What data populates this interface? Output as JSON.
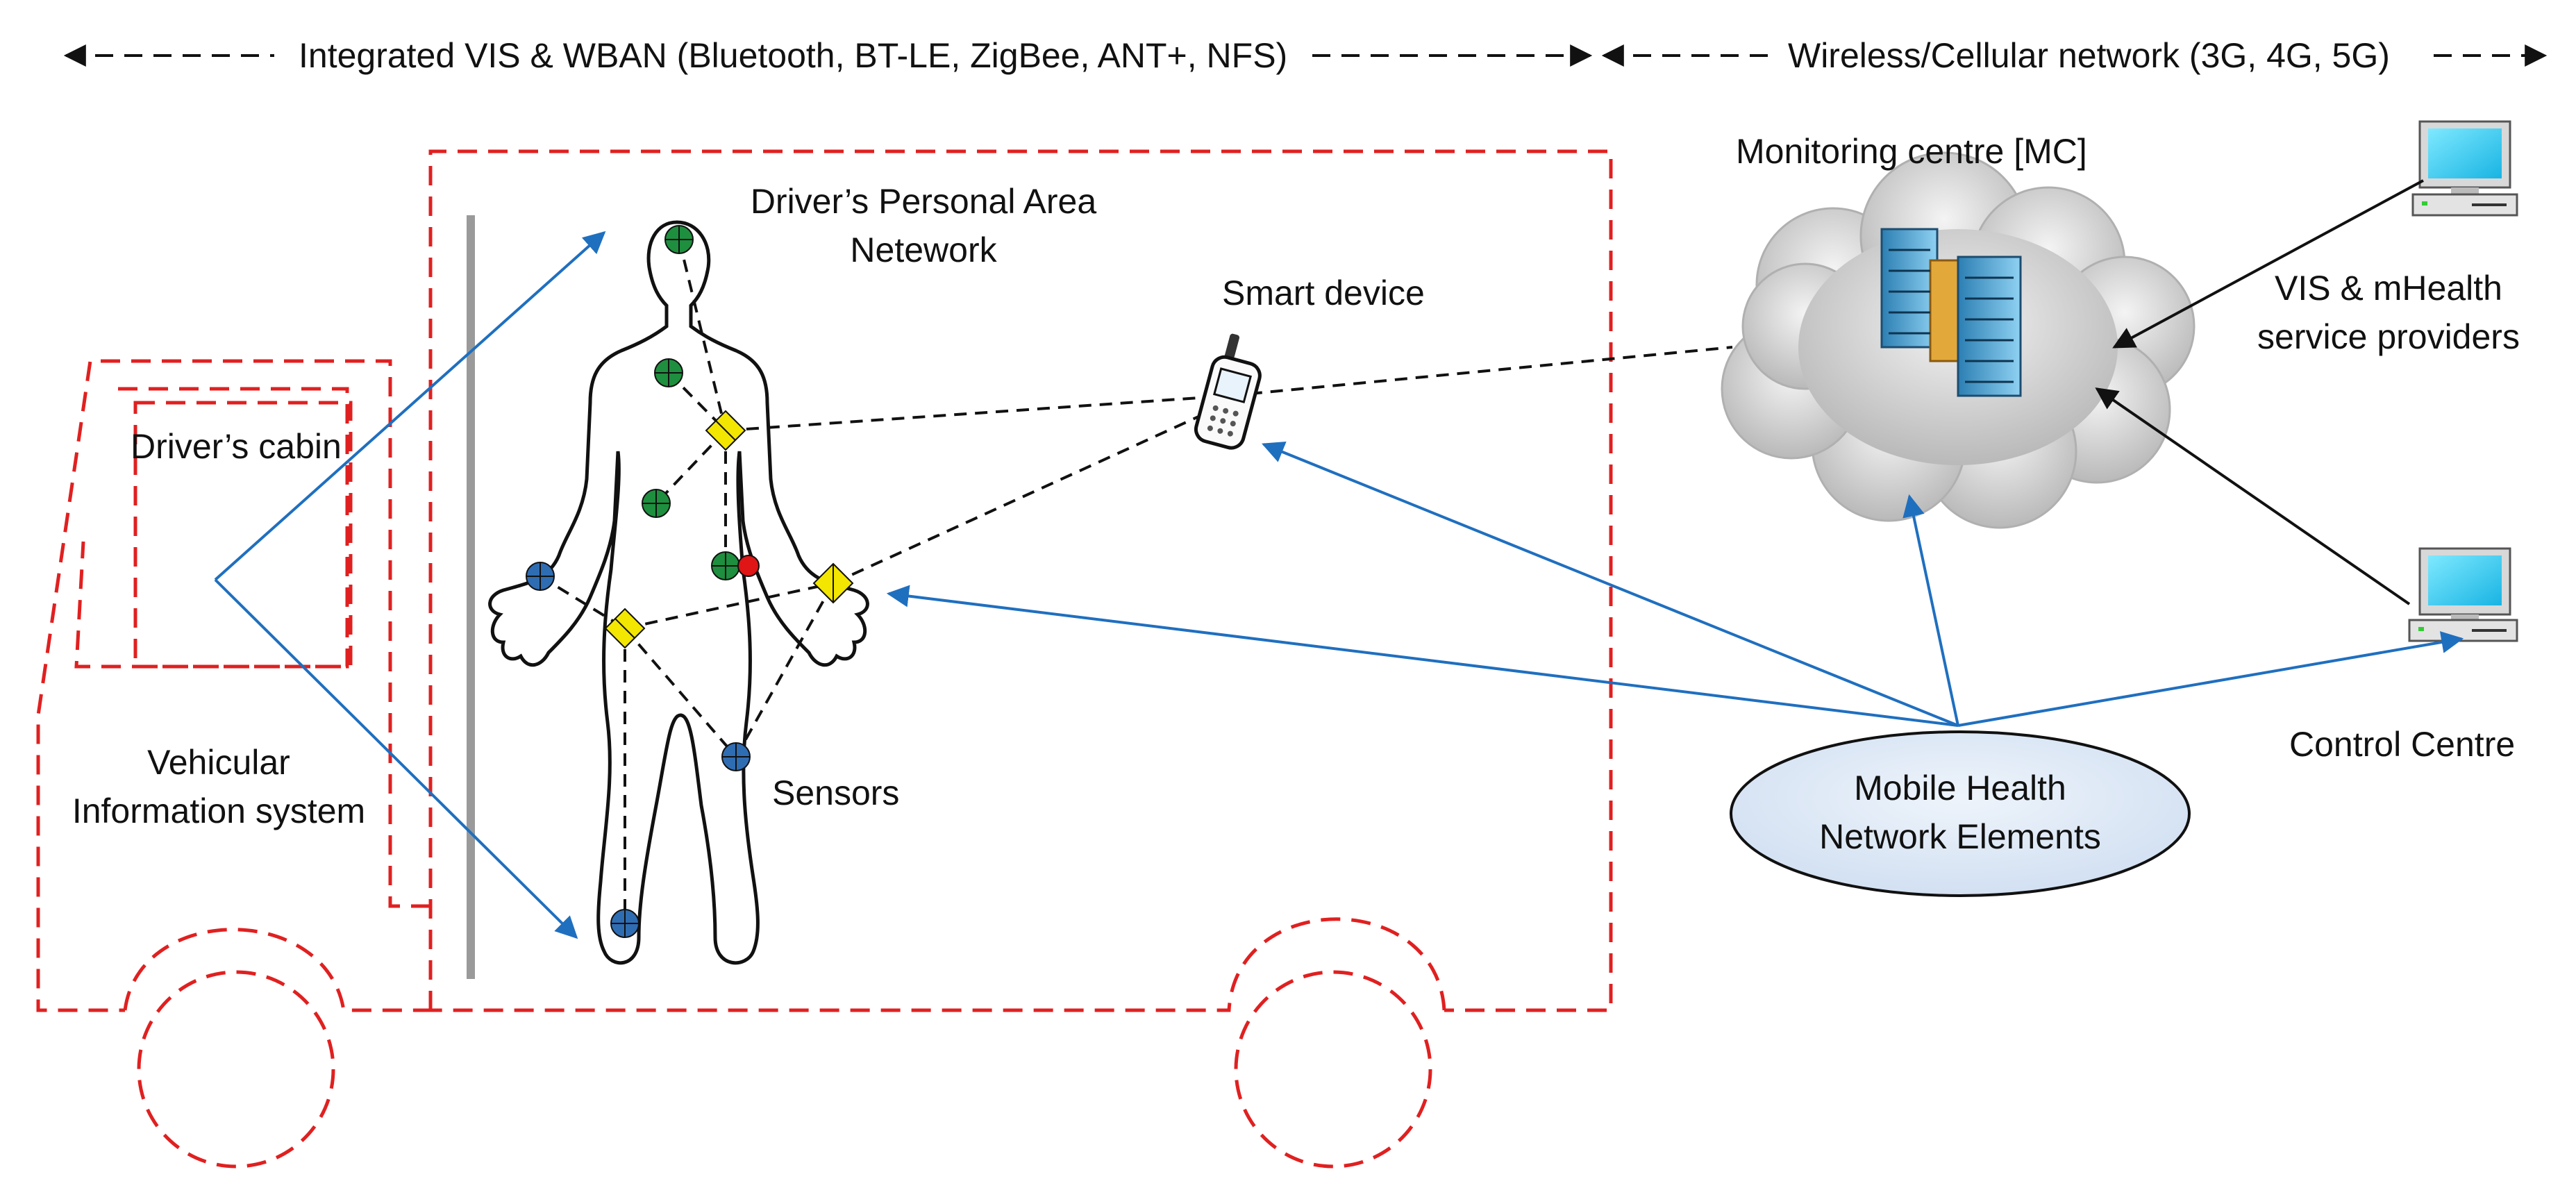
{
  "header": {
    "left_network": "Integrated VIS & WBAN (Bluetooth, BT-LE, ZigBee, ANT+, NFS)",
    "right_network": "Wireless/Cellular network (3G, 4G, 5G)"
  },
  "labels": {
    "pan_line1": "Driver’s Personal Area",
    "pan_line2": "Netework",
    "smart_device": "Smart device",
    "drivers_cabin": "Driver’s cabin",
    "vis_line1": "Vehicular",
    "vis_line2": "Information system",
    "sensors": "Sensors",
    "monitoring_centre": "Monitoring centre [MC]",
    "providers_line1": "VIS & mHealth",
    "providers_line2": "service providers",
    "control_centre": "Control Centre",
    "mhealth_line1": "Mobile Health",
    "mhealth_line2": "Network Elements"
  },
  "icons": {
    "person": "human-body-outline-icon",
    "phone": "mobile-phone-icon",
    "cloud": "cloud-icon",
    "servers": "server-rack-icon",
    "computer": "desktop-computer-icon"
  },
  "colors": {
    "vehicle_outline": "#e02020",
    "network_blue": "#1f6fbf",
    "link_black": "#111111",
    "sensor_green": "#1e8f3e",
    "sensor_yellow": "#f3e600",
    "sensor_blue": "#2f6db3",
    "sensor_red": "#e01515",
    "divider_gray": "#9a9a9a",
    "ellipse_fill": "#dce7f5"
  }
}
